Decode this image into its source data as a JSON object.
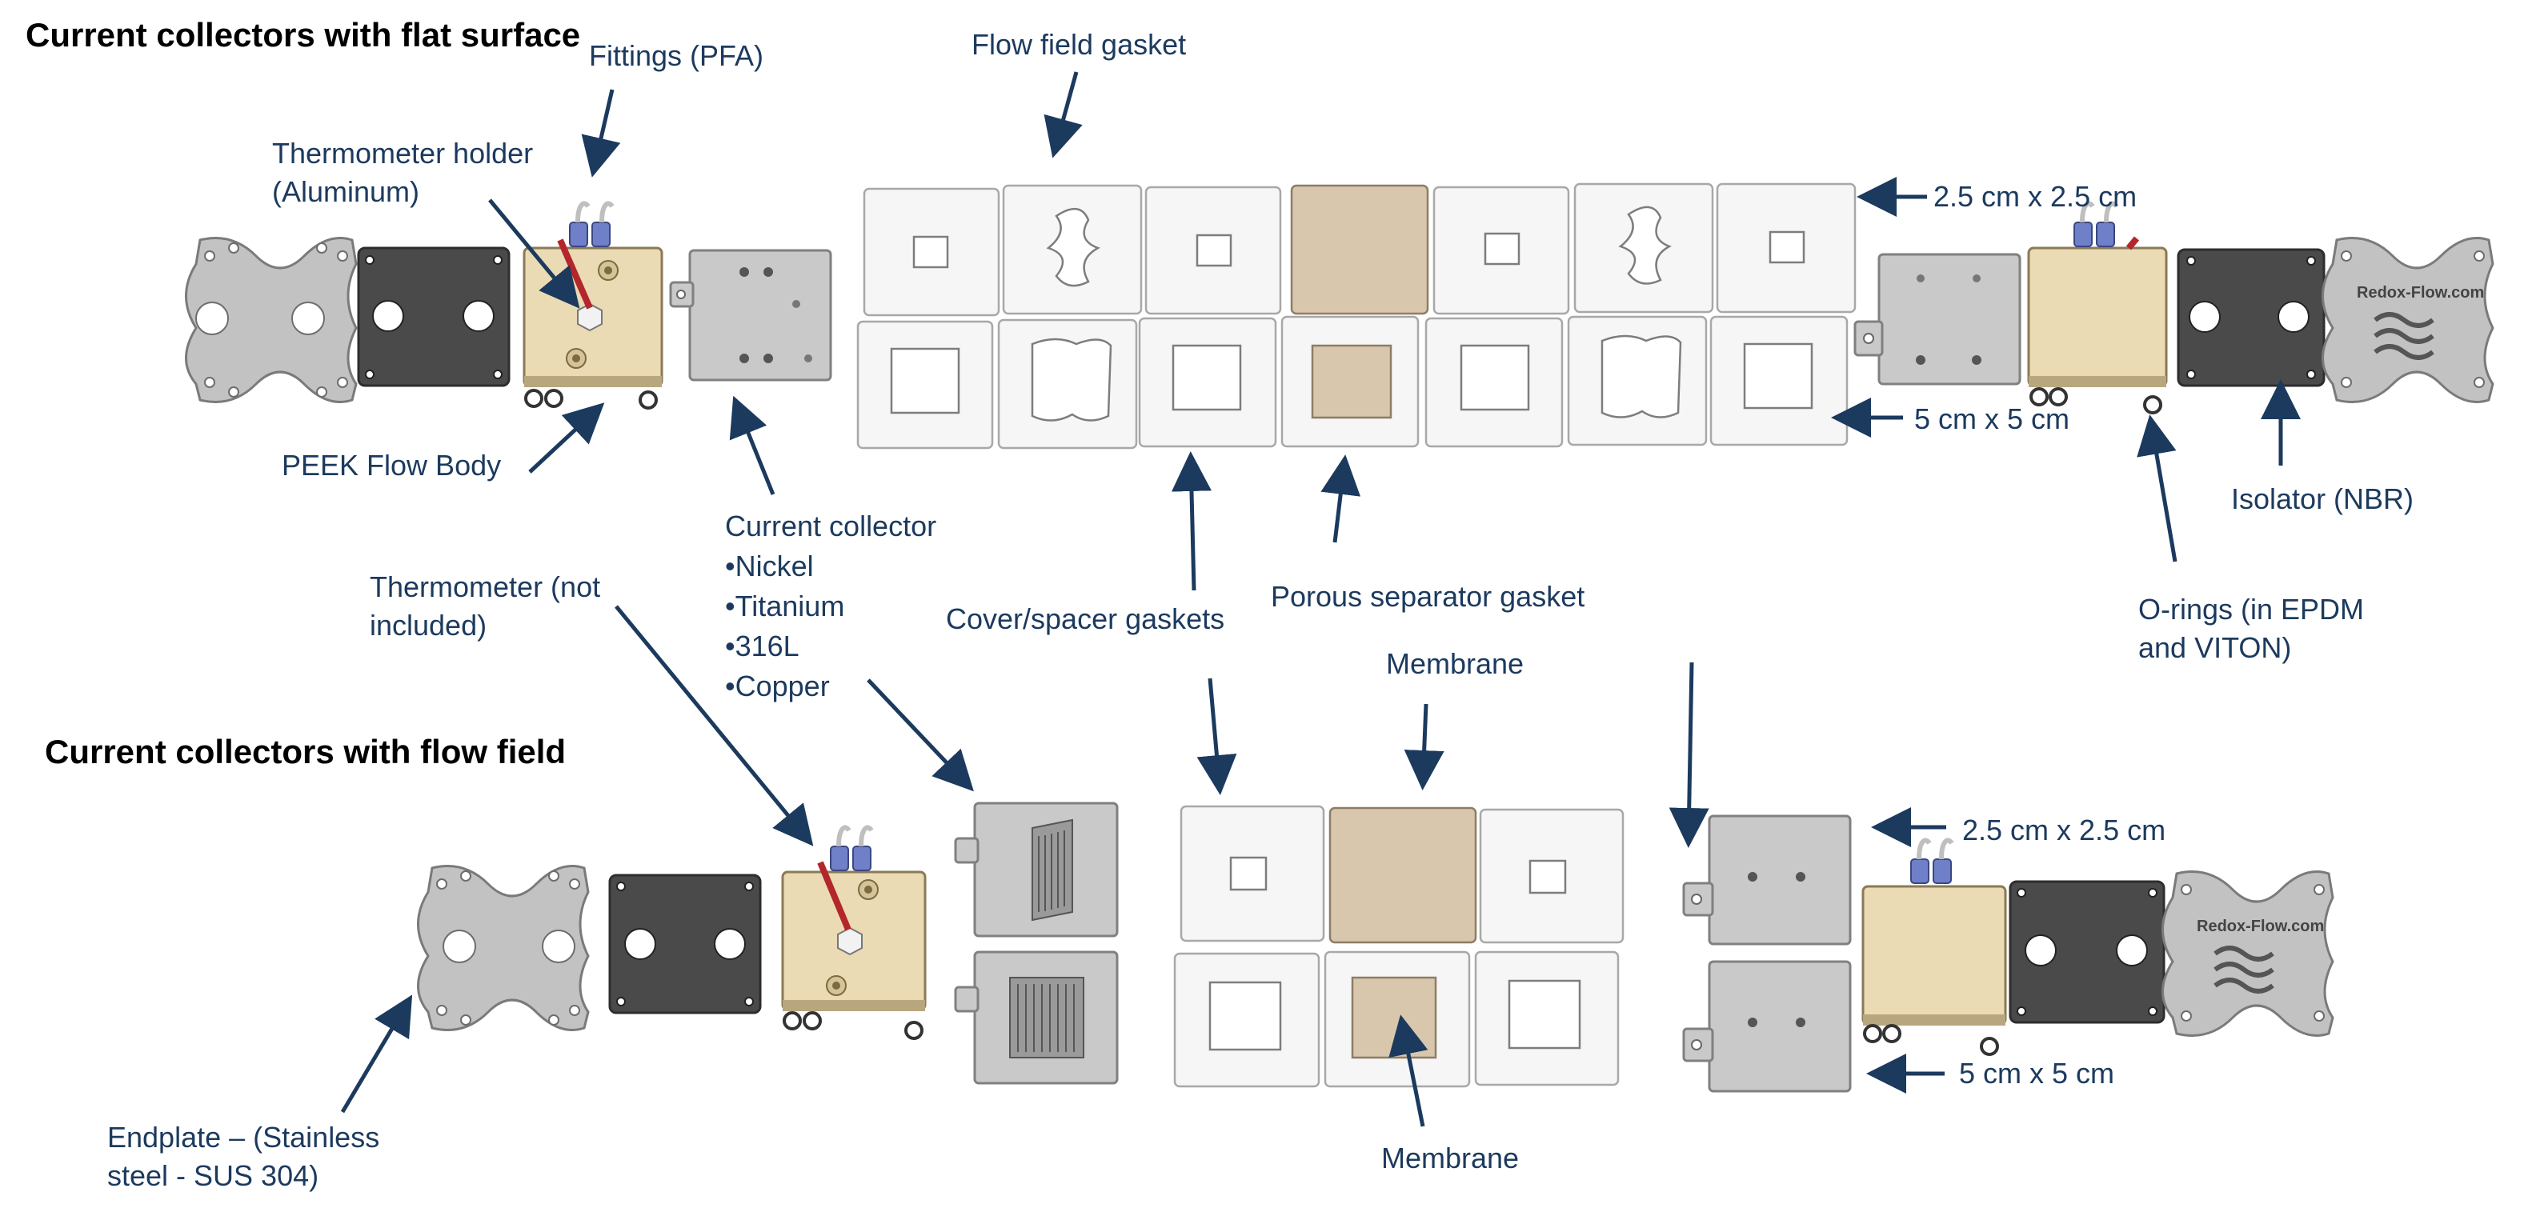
{
  "headings": {
    "flat_surface": "Current collectors with flat surface",
    "flow_field": "Current collectors with flow field"
  },
  "labels": {
    "fittings": "Fittings (PFA)",
    "thermometer_holder_1": "Thermometer holder",
    "thermometer_holder_2": "(Aluminum)",
    "flow_field_gasket": "Flow field gasket",
    "size_small_top": "2.5 cm x 2.5 cm",
    "size_large_top": "5 cm x 5 cm",
    "peek_flow_body": "PEEK Flow Body",
    "current_collector": "Current collector",
    "cc_material_1": "•Nickel",
    "cc_material_2": "•Titanium",
    "cc_material_3": "•316L",
    "cc_material_4": "•Copper",
    "thermometer_1": "Thermometer (not",
    "thermometer_2": "included)",
    "cover_spacer": "Cover/spacer gaskets",
    "porous_separator": "Porous separator gasket",
    "isolator": "Isolator (NBR)",
    "orings_1": "O-rings (in EPDM",
    "orings_2": "and VITON)",
    "membrane_top": "Membrane",
    "membrane_bottom": "Membrane",
    "size_small_bottom": "2.5 cm x 2.5 cm",
    "size_large_bottom": "5 cm x 5 cm",
    "endplate_1": "Endplate – (Stainless",
    "endplate_2": "steel - SUS 304)"
  },
  "logos": {
    "top_right": "Redox-Flow.com",
    "bottom_right": "Redox-Flow.com"
  },
  "colors": {
    "label_text": "#1c3a5e",
    "peek_body": "#eadbb5",
    "membrane": "#d8c7ad",
    "isolator": "#4a4a4a",
    "endplate": "#c2c2c2"
  }
}
